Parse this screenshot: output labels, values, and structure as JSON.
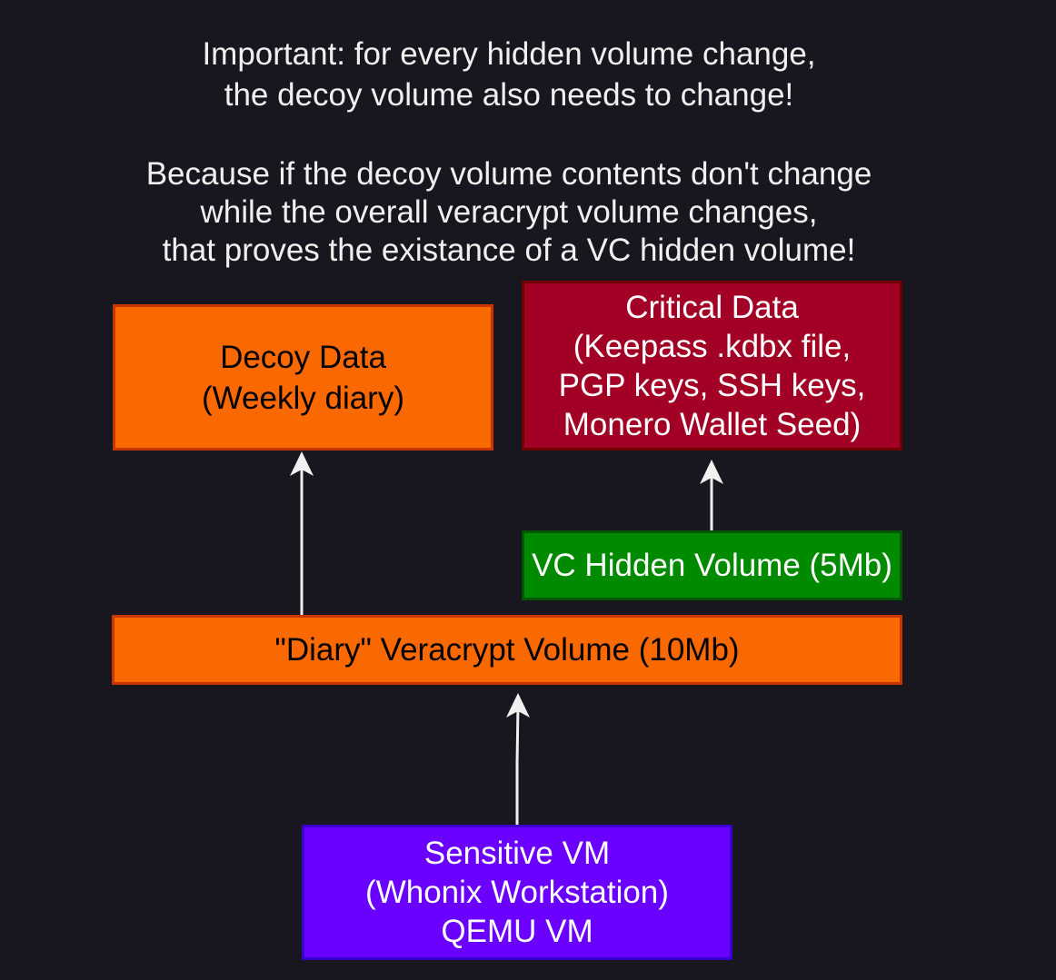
{
  "note": {
    "lines": [
      "Important: for every hidden volume change,",
      "the decoy volume also needs to change!",
      "Because if the decoy volume contents don't change",
      "while the overall veracrypt volume changes,",
      "that proves the existance of a VC hidden volume!"
    ]
  },
  "nodes": {
    "decoy": {
      "lines": [
        "Decoy Data",
        "(Weekly diary)"
      ]
    },
    "critical": {
      "lines": [
        "Critical Data",
        "(Keepass .kdbx file,",
        "PGP keys, SSH keys,",
        "Monero Wallet Seed)"
      ]
    },
    "hidden": {
      "lines": [
        "VC Hidden Volume (5Mb)"
      ]
    },
    "diary": {
      "lines": [
        "\"Diary\" Veracrypt Volume (10Mb)"
      ]
    },
    "sensitive": {
      "lines": [
        "Sensitive VM",
        "(Whonix Workstation)",
        "QEMU VM"
      ]
    }
  },
  "colors": {
    "background": "#18161e",
    "orange": "#fa6800",
    "crimson": "#a20025",
    "green": "#008a00",
    "violet": "#6a00ff",
    "arrow": "#f0f0f0"
  }
}
